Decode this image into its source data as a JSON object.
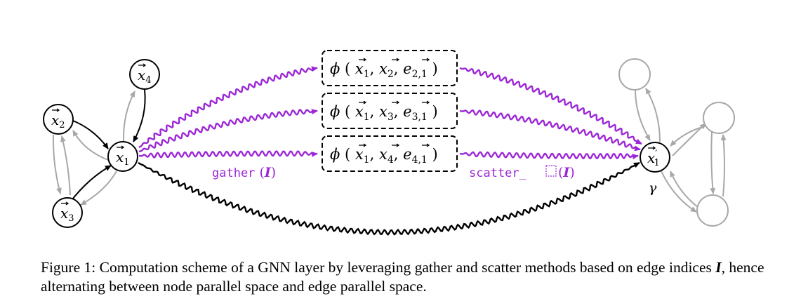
{
  "nodes": {
    "x1": {
      "base": "x",
      "sub": "1"
    },
    "x2": {
      "base": "x",
      "sub": "2"
    },
    "x3": {
      "base": "x",
      "sub": "3"
    },
    "x4": {
      "base": "x",
      "sub": "4"
    },
    "x1_prime": {
      "base": "x",
      "sub": "1",
      "prime": "′"
    }
  },
  "phi_boxes": [
    {
      "func": "ϕ",
      "a_sub": "1",
      "b_sub": "2",
      "edge_sub": "2,1"
    },
    {
      "func": "ϕ",
      "a_sub": "1",
      "b_sub": "3",
      "edge_sub": "3,1"
    },
    {
      "func": "ϕ",
      "a_sub": "1",
      "b_sub": "4",
      "edge_sub": "4,1"
    }
  ],
  "labels": {
    "gather_fn": "gather",
    "scatter_fn": "scatter_",
    "index": "I",
    "gamma": "γ"
  },
  "caption": {
    "prefix": "Figure 1: Computation scheme of a GNN layer by leveraging gather and scatter methods based on edge indices ",
    "index": "I",
    "suffix": ", hence alternating between node parallel space and edge parallel space."
  },
  "colors": {
    "purple": "#9c27d6",
    "black": "#000000",
    "gray": "#a8a8a8"
  }
}
